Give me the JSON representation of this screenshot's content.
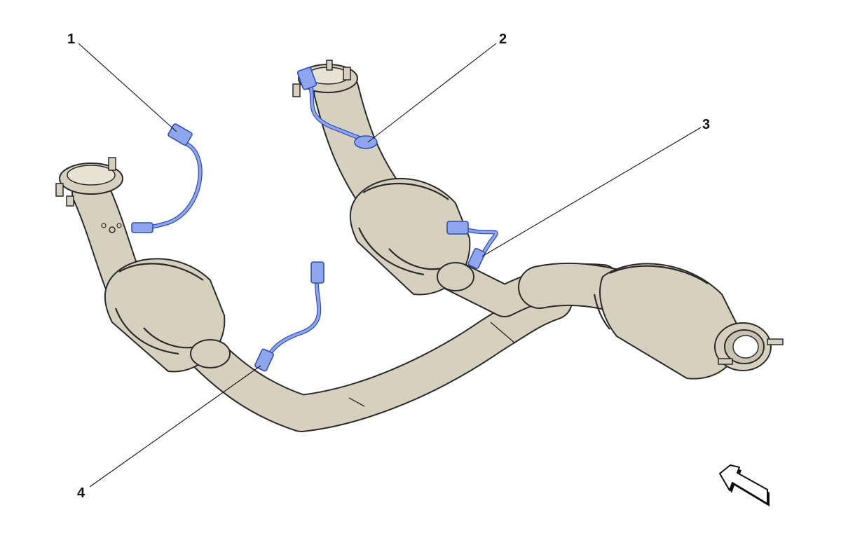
{
  "colors": {
    "pipe": "#d6d1bf",
    "outline": "#2a2a2a",
    "sensor": "#8fa6ee",
    "sensor_dark": "#2f4fb8",
    "background": "#ffffff"
  },
  "callouts": [
    {
      "id": "1",
      "label": "1"
    },
    {
      "id": "2",
      "label": "2"
    },
    {
      "id": "3",
      "label": "3"
    },
    {
      "id": "4",
      "label": "4"
    }
  ],
  "orientation_icon": "direction-arrow-icon"
}
